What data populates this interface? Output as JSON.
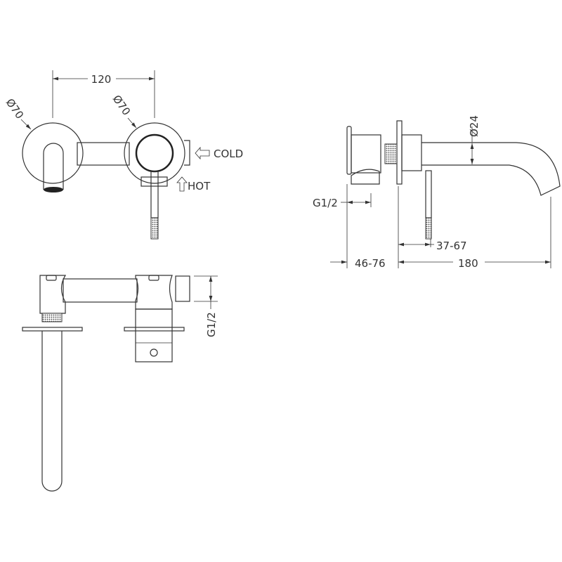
{
  "front_view": {
    "spacing_dim": "120",
    "spout_diameter": "Ø70",
    "mixer_diameter": "Ø70",
    "cold_label": "COLD",
    "hot_label": "HOT"
  },
  "side_view": {
    "spout_diameter": "Ø24",
    "inlet_thread": "G1/2",
    "lever_range": "37-67",
    "wall_depth": "46-76",
    "spout_reach": "180"
  },
  "bottom_view": {
    "inlet_thread": "G1/2"
  },
  "colors": {
    "line": "#333333",
    "background": "#ffffff"
  }
}
